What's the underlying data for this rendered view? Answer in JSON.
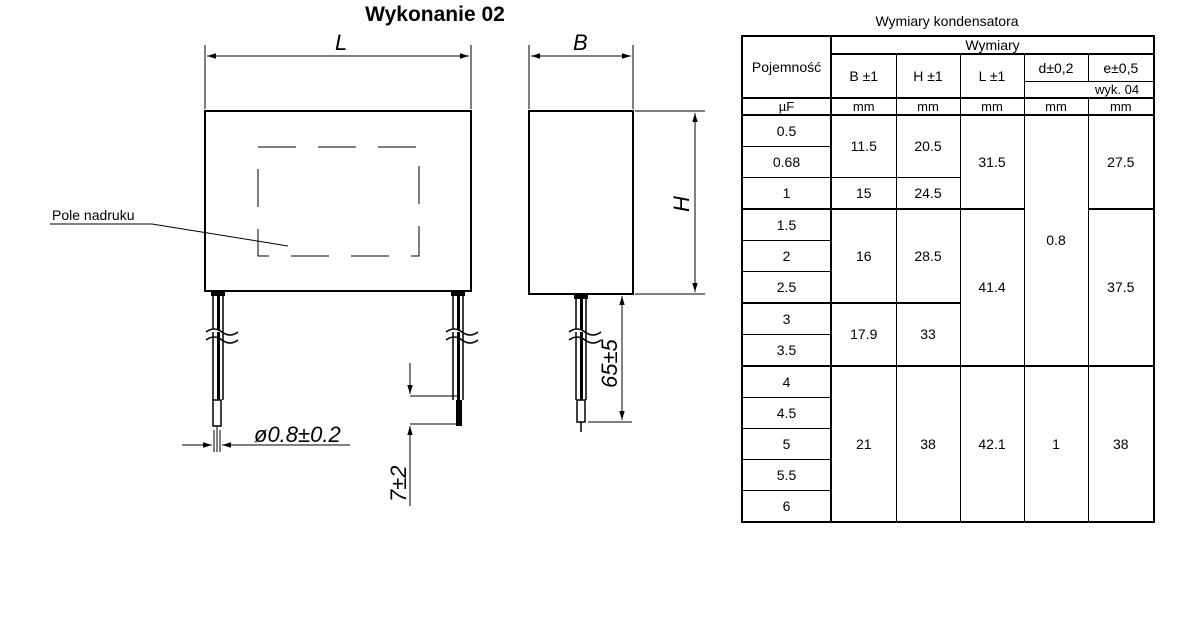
{
  "drawing": {
    "title": "Wykonanie 02",
    "label_L": "L",
    "label_B": "B",
    "label_H": "H",
    "print_field_label": "Pole nadruku",
    "wire_diameter": "ø0.8±0.2",
    "lead_length": "65±5",
    "tinned_length": "7±2"
  },
  "table": {
    "caption": "Wymiary kondensatora",
    "group_header": "Wymiary",
    "capacity_header": "Pojemność",
    "columns": [
      "B ±1",
      "H ±1",
      "L ±1",
      "d±0,2",
      "e±0,5"
    ],
    "variant_note": "wyk. 04",
    "capacity_unit": "µF",
    "unit": "mm",
    "capacities": [
      "0.5",
      "0.68",
      "1",
      "1.5",
      "2",
      "2.5",
      "3",
      "3.5",
      "4",
      "4.5",
      "5",
      "5.5",
      "6"
    ],
    "B": [
      "11.5",
      "15",
      "16",
      "17.9",
      "21"
    ],
    "H": [
      "20.5",
      "24.5",
      "28.5",
      "33",
      "38"
    ],
    "L": [
      "31.5",
      "41.4",
      "42.1"
    ],
    "d": [
      "0.8",
      "1"
    ],
    "e": [
      "27.5",
      "37.5",
      "38"
    ]
  }
}
